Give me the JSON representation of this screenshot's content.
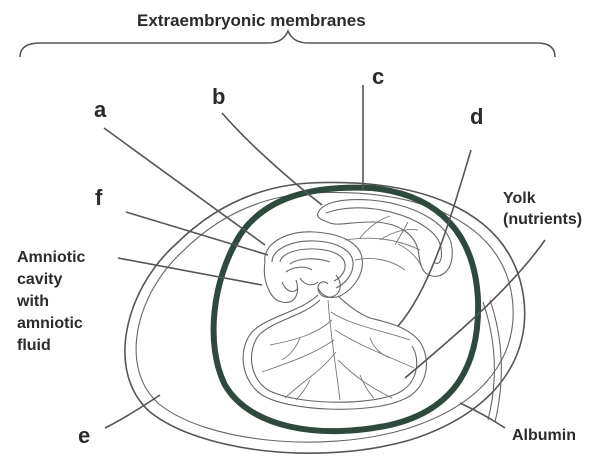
{
  "diagram": {
    "title": "Extraembryonic membranes",
    "labels": {
      "a": "a",
      "b": "b",
      "c": "c",
      "d": "d",
      "e": "e",
      "f": "f",
      "amniotic_cavity": [
        "Amniotic",
        "cavity",
        "with",
        "amniotic",
        "fluid"
      ],
      "yolk": [
        "Yolk",
        "(nutrients)"
      ],
      "albumin": "Albumin"
    },
    "colors": {
      "chorion": "#2f4a3d",
      "lines": "#555555",
      "text": "#2b2b2b"
    }
  }
}
